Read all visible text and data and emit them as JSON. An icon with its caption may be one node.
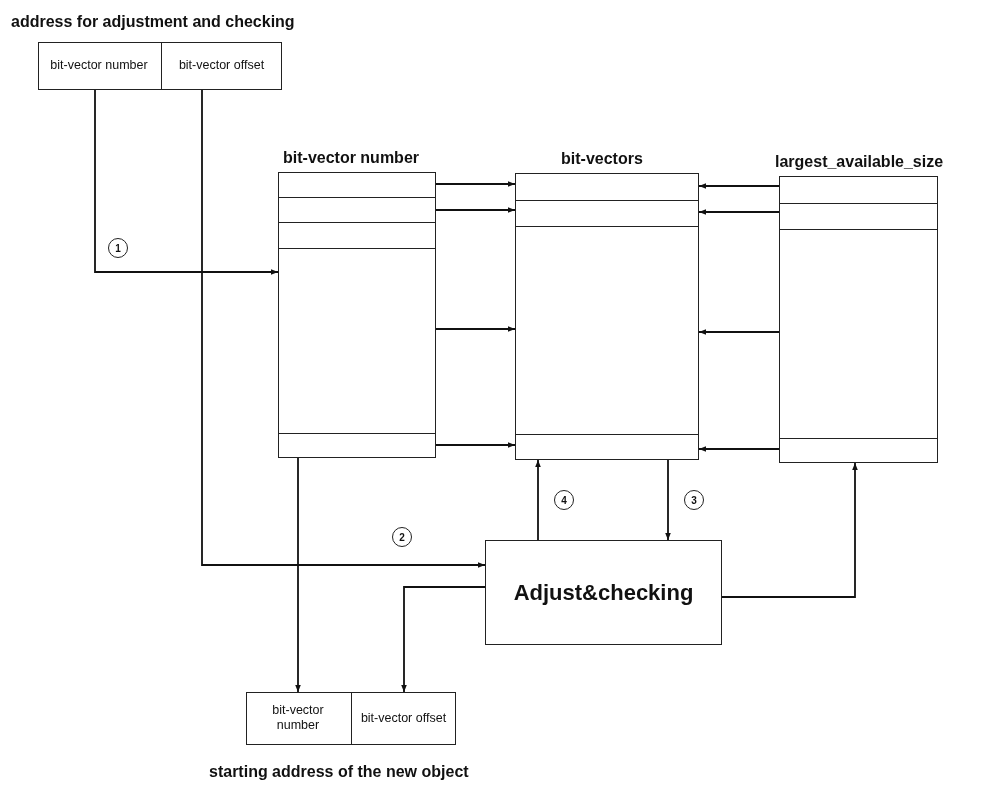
{
  "diagram": {
    "nodes": [
      {
        "text": [
          "address for adjustment and checking"
        ]
      },
      {
        "text": [
          "bit-vector number"
        ],
        "in": 0
      },
      {
        "text": [
          "bit-vector offset"
        ],
        "in": 0
      },
      {
        "text": [
          "bit-vector number"
        ]
      },
      {
        "text": [
          "bit-vectors"
        ]
      },
      {
        "text": [
          "largest_available_size"
        ]
      },
      {
        "text": [
          "Adjust&checking"
        ]
      },
      {
        "text": [
          "starting address of the new object"
        ]
      },
      {
        "text": [
          "bit-vector number"
        ],
        "in": 7
      },
      {
        "text": [
          "bit-vector offset"
        ],
        "in": 7
      }
    ],
    "edges": [
      {
        "from": 1,
        "to": 3,
        "arrow": "to",
        "label": "1"
      },
      {
        "from": 2,
        "to": 6,
        "arrow": "to",
        "label": "2"
      },
      {
        "from": 3,
        "to": 4,
        "arrow": "to"
      },
      {
        "from": 3,
        "to": 4,
        "arrow": "to"
      },
      {
        "from": 3,
        "to": 4,
        "arrow": "to"
      },
      {
        "from": 3,
        "to": 4,
        "arrow": "to"
      },
      {
        "from": 5,
        "to": 4,
        "arrow": "to"
      },
      {
        "from": 5,
        "to": 4,
        "arrow": "to"
      },
      {
        "from": 5,
        "to": 4,
        "arrow": "to"
      },
      {
        "from": 5,
        "to": 4,
        "arrow": "to"
      },
      {
        "from": 6,
        "to": 4,
        "arrow": "to",
        "label": "4"
      },
      {
        "from": 4,
        "to": 6,
        "arrow": "to",
        "label": "3"
      },
      {
        "from": 6,
        "to": 5,
        "arrow": "to"
      },
      {
        "from": 3,
        "to": 8,
        "arrow": "to"
      },
      {
        "from": 6,
        "to": 9,
        "arrow": "to"
      }
    ]
  }
}
